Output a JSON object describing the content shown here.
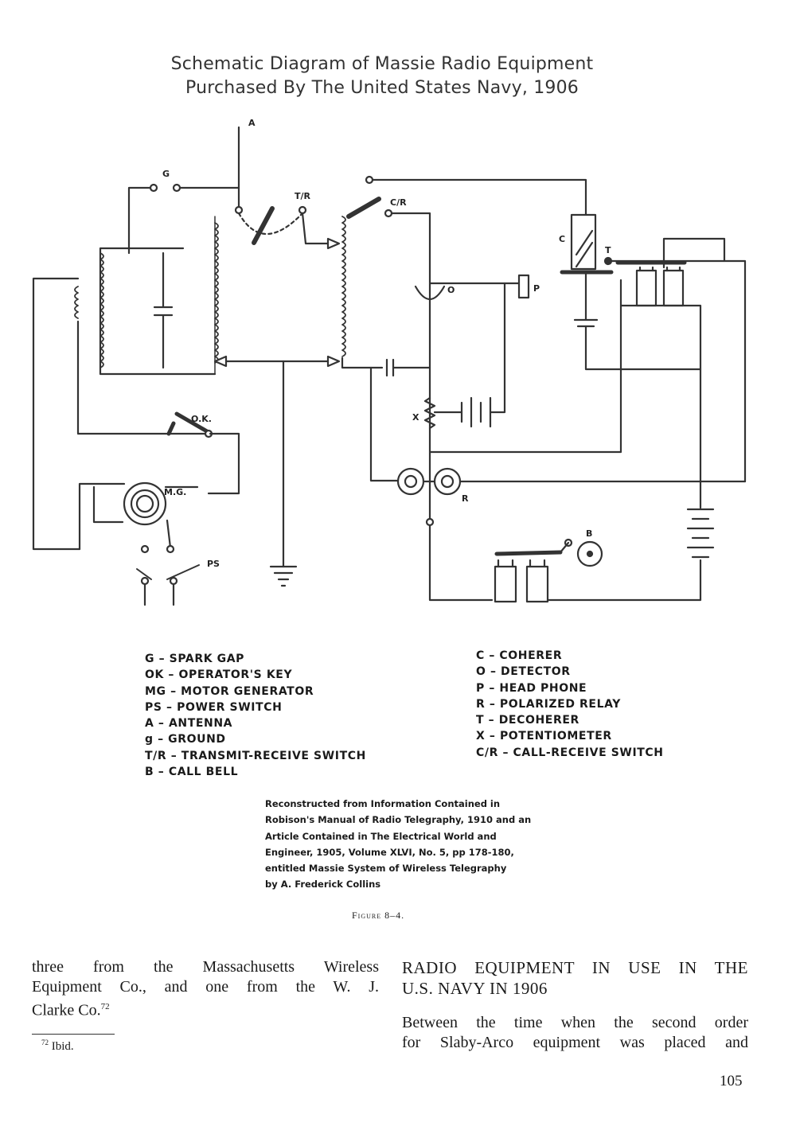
{
  "diagram": {
    "title_line1": "Schematic Diagram of Massie Radio Equipment",
    "title_line2": "Purchased By The United States Navy, 1906",
    "labels": {
      "A": "A",
      "G": "G",
      "TR": "T/R",
      "CR": "C/R",
      "C": "C",
      "T": "T",
      "O": "O",
      "P": "P",
      "X": "X",
      "R": "R",
      "B": "B",
      "OK": "O.K.",
      "MG": "M.G.",
      "PS": "PS"
    }
  },
  "legend": {
    "left": [
      "G – SPARK GAP",
      "OK – OPERATOR'S KEY",
      "MG – MOTOR GENERATOR",
      "PS – POWER SWITCH",
      "A – ANTENNA",
      "g – GROUND",
      "T/R – TRANSMIT-RECEIVE SWITCH",
      "B – CALL BELL"
    ],
    "right": [
      "C – COHERER",
      "O – DETECTOR",
      "P – HEAD PHONE",
      "R – POLARIZED RELAY",
      "T – DECOHERER",
      "X – POTENTIOMETER",
      "C/R – CALL-RECEIVE SWITCH"
    ]
  },
  "credit": [
    "Reconstructed from Information Contained in",
    "Robison's Manual of Radio Telegraphy, 1910 and an",
    "Article Contained in The Electrical World and",
    "Engineer, 1905, Volume XLVI, No. 5, pp 178-180,",
    "entitled Massie System of Wireless Telegraphy",
    "by A. Frederick Collins"
  ],
  "figure_caption": "Figure 8–4.",
  "left_column": {
    "line1": "three from the Massachusetts Wireless",
    "line2": "Equipment Co., and one from the W. J.",
    "line3": "Clarke Co.",
    "footnote_ref": "72"
  },
  "right_column": {
    "heading_line1": "RADIO EQUIPMENT IN USE IN THE",
    "heading_line2": "U.S. NAVY IN 1906",
    "body_line1": "Between the time when the second order",
    "body_line2": "for Slaby-Arco equipment was placed and"
  },
  "footnote": {
    "mark": "72",
    "text": " Ibid."
  },
  "page_number": "105"
}
